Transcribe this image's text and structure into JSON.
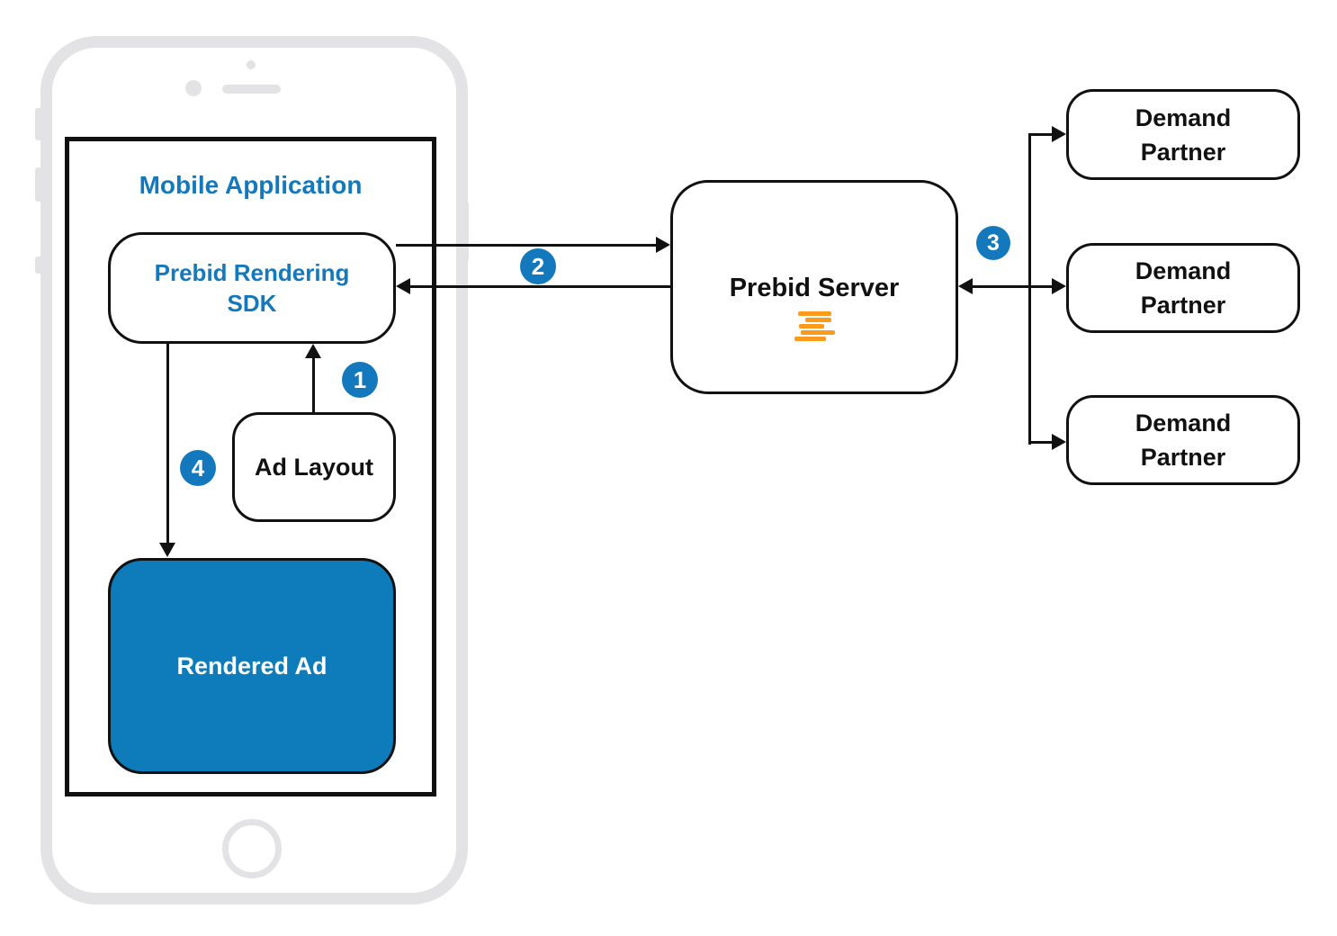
{
  "diagram": {
    "mobile_application": {
      "title": "Mobile Application"
    },
    "prebid_sdk": {
      "line1": "Prebid Rendering",
      "line2": "SDK"
    },
    "ad_layout": {
      "label": "Ad Layout"
    },
    "rendered_ad": {
      "label": "Rendered Ad"
    },
    "prebid_server": {
      "label": "Prebid Server",
      "icon": "prebid-lines-logo"
    },
    "demand_partners": [
      {
        "line1": "Demand",
        "line2": "Partner"
      },
      {
        "line1": "Demand",
        "line2": "Partner"
      },
      {
        "line1": "Demand",
        "line2": "Partner"
      }
    ],
    "steps": [
      "1",
      "2",
      "3",
      "4"
    ],
    "colors": {
      "accent_blue": "#1479BC",
      "rendered_ad_fill": "#0E7CBA",
      "logo_orange": "#F99C1E",
      "phone_frame_gray": "#E3E3E6",
      "line_black": "#111111"
    }
  }
}
